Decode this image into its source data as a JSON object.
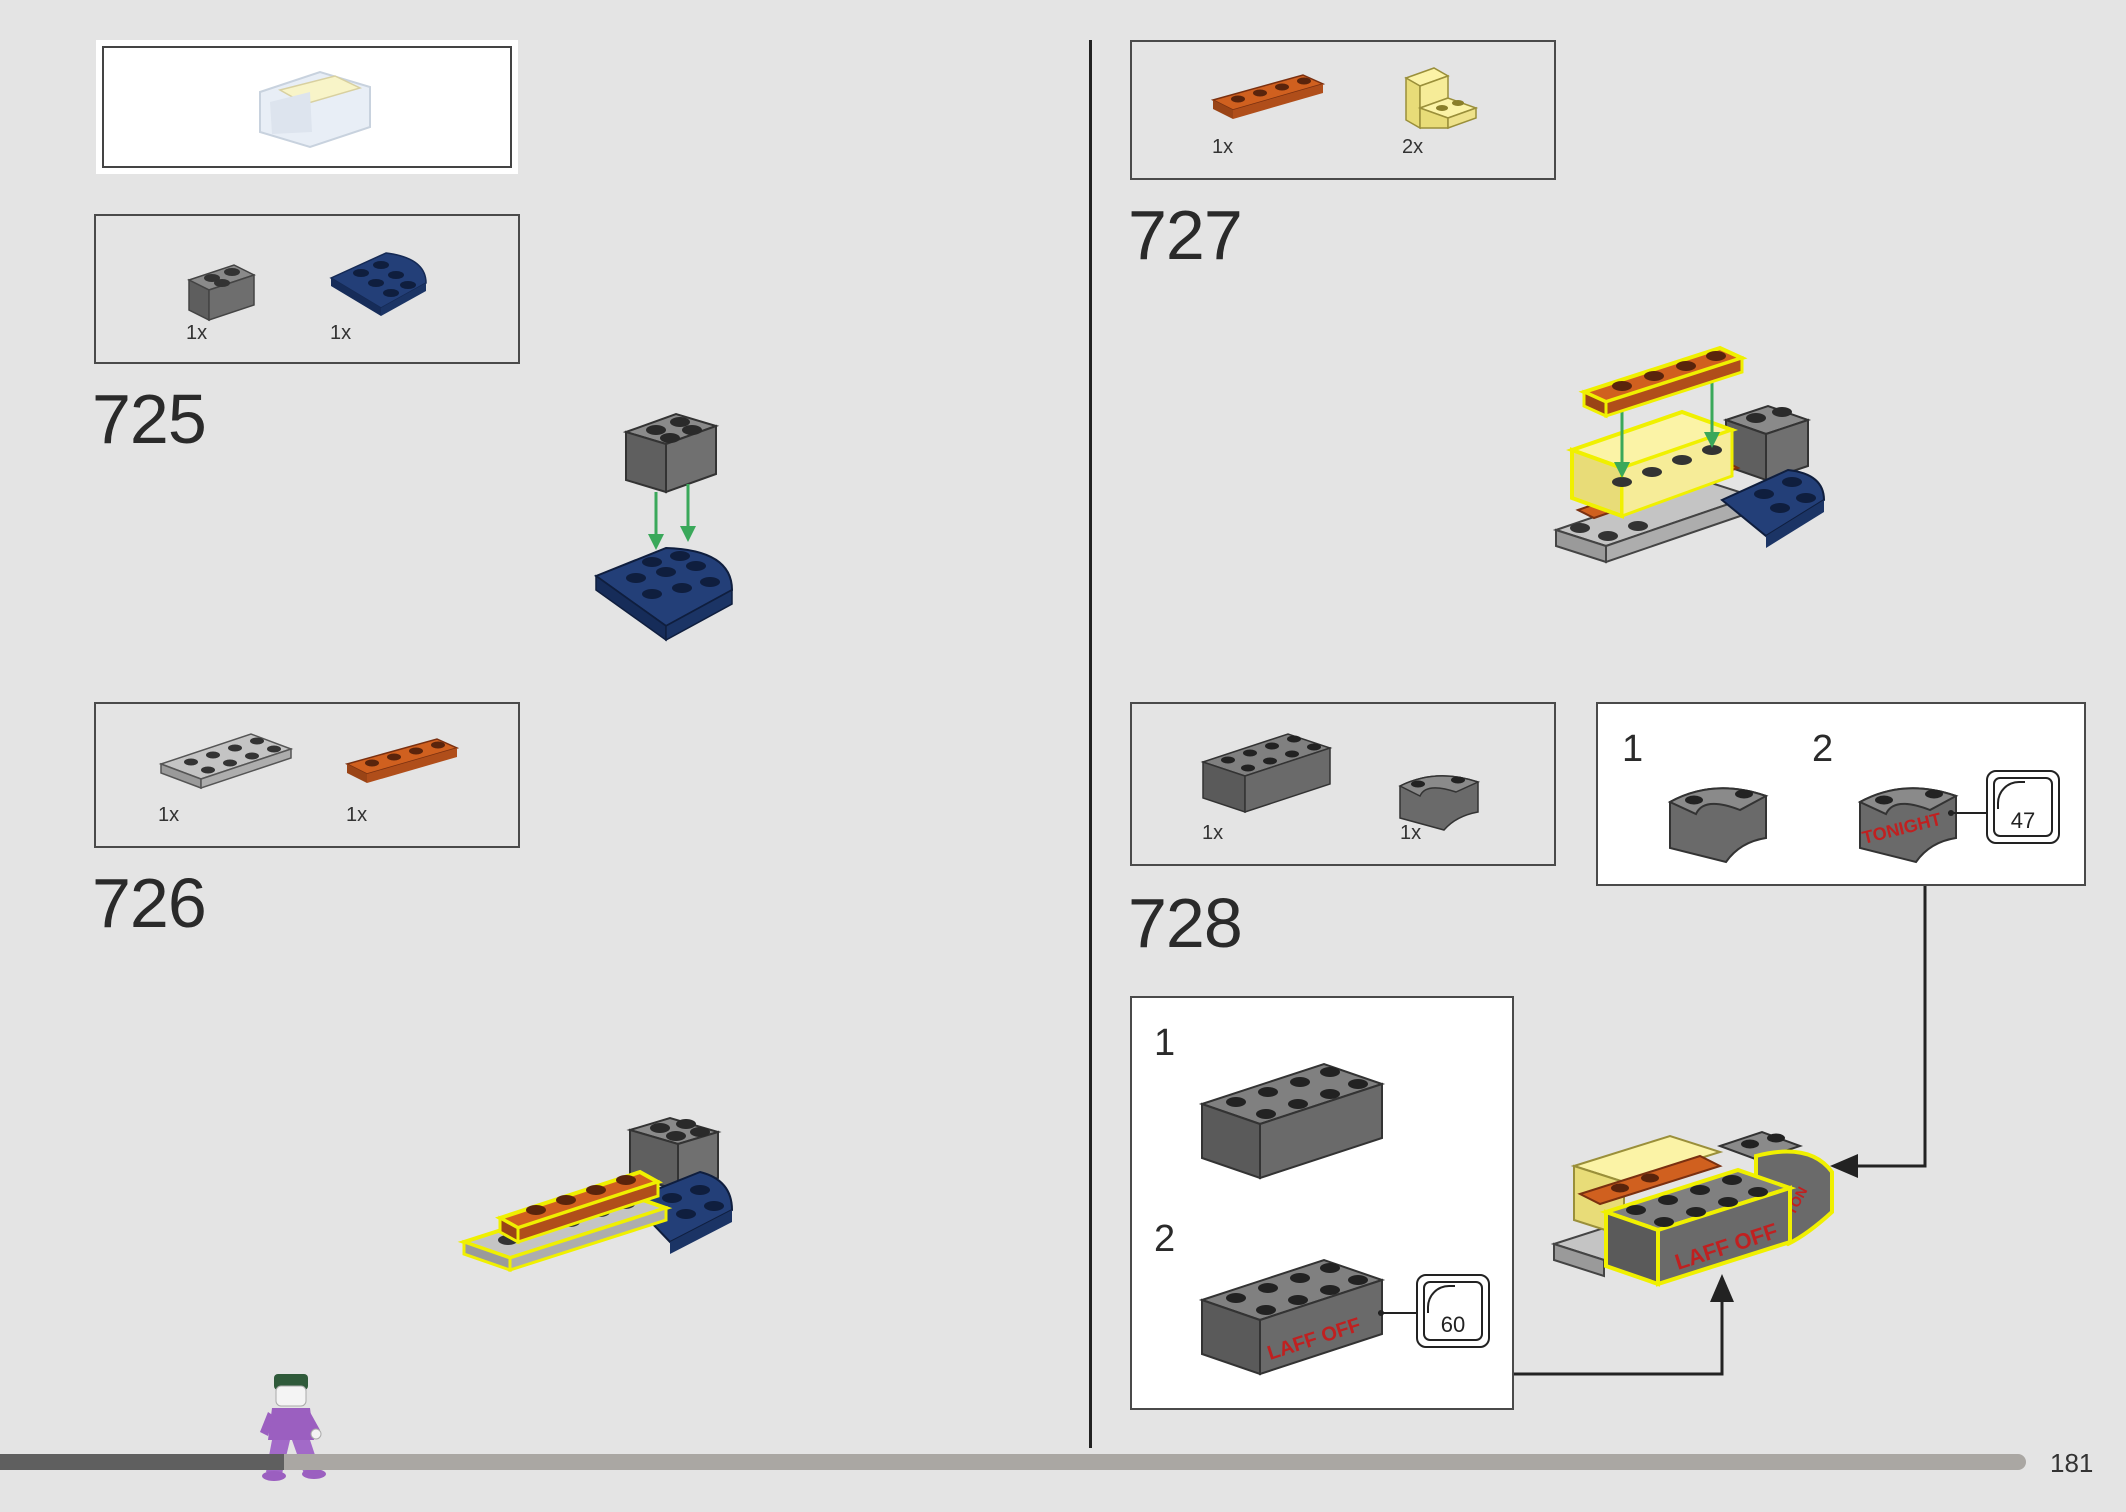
{
  "left_page": {
    "step_725": {
      "number": "725",
      "parts": [
        {
          "icon": "dark-gray-brick-2x2-icon",
          "qty": "1x"
        },
        {
          "icon": "dark-blue-round-plate-3x3-icon",
          "qty": "1x"
        }
      ]
    },
    "step_726": {
      "number": "726",
      "parts": [
        {
          "icon": "light-gray-plate-2x4-icon",
          "qty": "1x"
        },
        {
          "icon": "orange-plate-1x4-icon",
          "qty": "1x"
        }
      ]
    }
  },
  "right_page": {
    "step_727": {
      "number": "727",
      "parts": [
        {
          "icon": "orange-plate-1x4-icon",
          "qty": "1x"
        },
        {
          "icon": "yellow-bracket-1x2-icon",
          "qty": "2x"
        }
      ]
    },
    "step_728": {
      "number": "728",
      "parts": [
        {
          "icon": "dark-gray-brick-2x4-icon",
          "qty": "1x"
        },
        {
          "icon": "dark-gray-macaroni-brick-icon",
          "qty": "1x"
        }
      ],
      "callout_top": {
        "sub1": "1",
        "sub2": "2",
        "sticker": "47",
        "print_text": "TONIGHT"
      },
      "callout_left": {
        "sub1": "1",
        "sub2": "2",
        "sticker": "60",
        "print_text": "LAFF OFF"
      }
    }
  },
  "page_number": "181",
  "progress": 0.14,
  "colors": {
    "background": "#e4e4e4",
    "dark_gray": "#6b6b6b",
    "light_gray": "#b8b8b8",
    "dark_blue": "#1f3a6e",
    "orange": "#c9581e",
    "light_yellow": "#f6ec98",
    "highlight": "#f0f000",
    "arrow_green": "#3aa85a"
  }
}
